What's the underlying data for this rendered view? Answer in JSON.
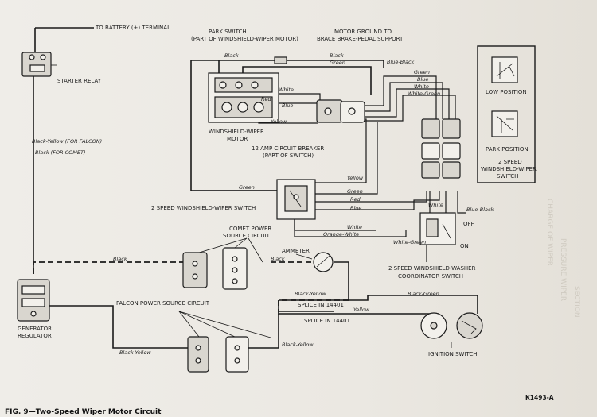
{
  "labels": {
    "battery": "TO BATTERY (+) TERMINAL",
    "starter_relay": "STARTER RELAY",
    "park_switch_l1": "PARK SWITCH",
    "park_switch_l2": "(PART OF WINDSHIELD-WIPER MOTOR)",
    "motor_ground_l1": "MOTOR GROUND TO",
    "motor_ground_l2": "BRACE BRAKE-PEDAL SUPPORT",
    "wiper_motor_l1": "WINDSHIELD-WIPER",
    "wiper_motor_l2": "MOTOR",
    "breaker_l1": "12 AMP CIRCUIT BREAKER",
    "breaker_l2": "(PART OF SWITCH)",
    "wiper_switch": "2 SPEED WINDSHIELD-WIPER SWITCH",
    "falcon_wire": "Black-Yellow (FOR FALCON)",
    "comet_wire": "Black (FOR COMET)",
    "comet_power_l1": "COMET POWER",
    "comet_power_l2": "SOURCE CIRCUIT",
    "ammeter": "AMMETER",
    "falcon_power": "FALCON POWER SOURCE CIRCUIT",
    "generator_l1": "GENERATOR",
    "generator_l2": "REGULATOR",
    "splice1": "SPLICE IN 14401",
    "splice2": "SPLICE IN 14401",
    "washer_l1": "2 SPEED WINDSHIELD-WASHER",
    "washer_l2": "COORDINATOR SWITCH",
    "ignition": "IGNITION SWITCH",
    "low_position": "LOW POSITION",
    "park_position": "PARK POSITION",
    "inset_l1": "2 SPEED",
    "inset_l2": "WINDSHIELD-WIPER",
    "inset_l3": "SWITCH",
    "off": "OFF",
    "on": "ON",
    "fig_id": "K1493-A",
    "caption": "FIG. 9—Two-Speed Wiper Motor Circuit"
  },
  "wires": {
    "black": "Black",
    "green": "Green",
    "blue_black": "Blue-Black",
    "white": "White",
    "red": "Red",
    "blue": "Blue",
    "yellow": "Yellow",
    "white_green": "White-Green",
    "orange_white": "Orange-White",
    "black_yellow": "Black-Yellow",
    "black_green": "Black-Green"
  }
}
